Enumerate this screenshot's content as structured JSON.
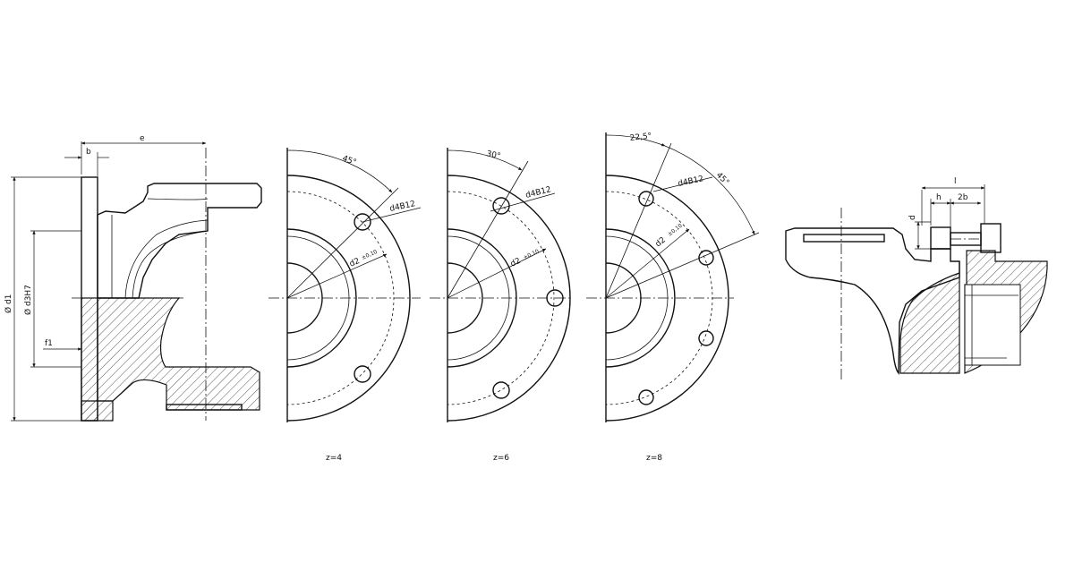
{
  "labels": {
    "e": "e",
    "b": "b",
    "d1": "Ø d1",
    "d3": "Ø d3H7",
    "f1": "f1",
    "angle_z4": "45°",
    "angle_z6": "30°",
    "angle_z8_a": "22,5°",
    "angle_z8_b": "45°",
    "hole": "d4B12",
    "pcd": "d2",
    "tol": "±0,10",
    "l": "l",
    "h": "h",
    "two_b": "2b",
    "d": "d"
  },
  "captions": {
    "z4": "z=4",
    "z6": "z=6",
    "z8": "z=8"
  },
  "colors": {
    "ink": "#111111",
    "paper": "#ffffff"
  }
}
